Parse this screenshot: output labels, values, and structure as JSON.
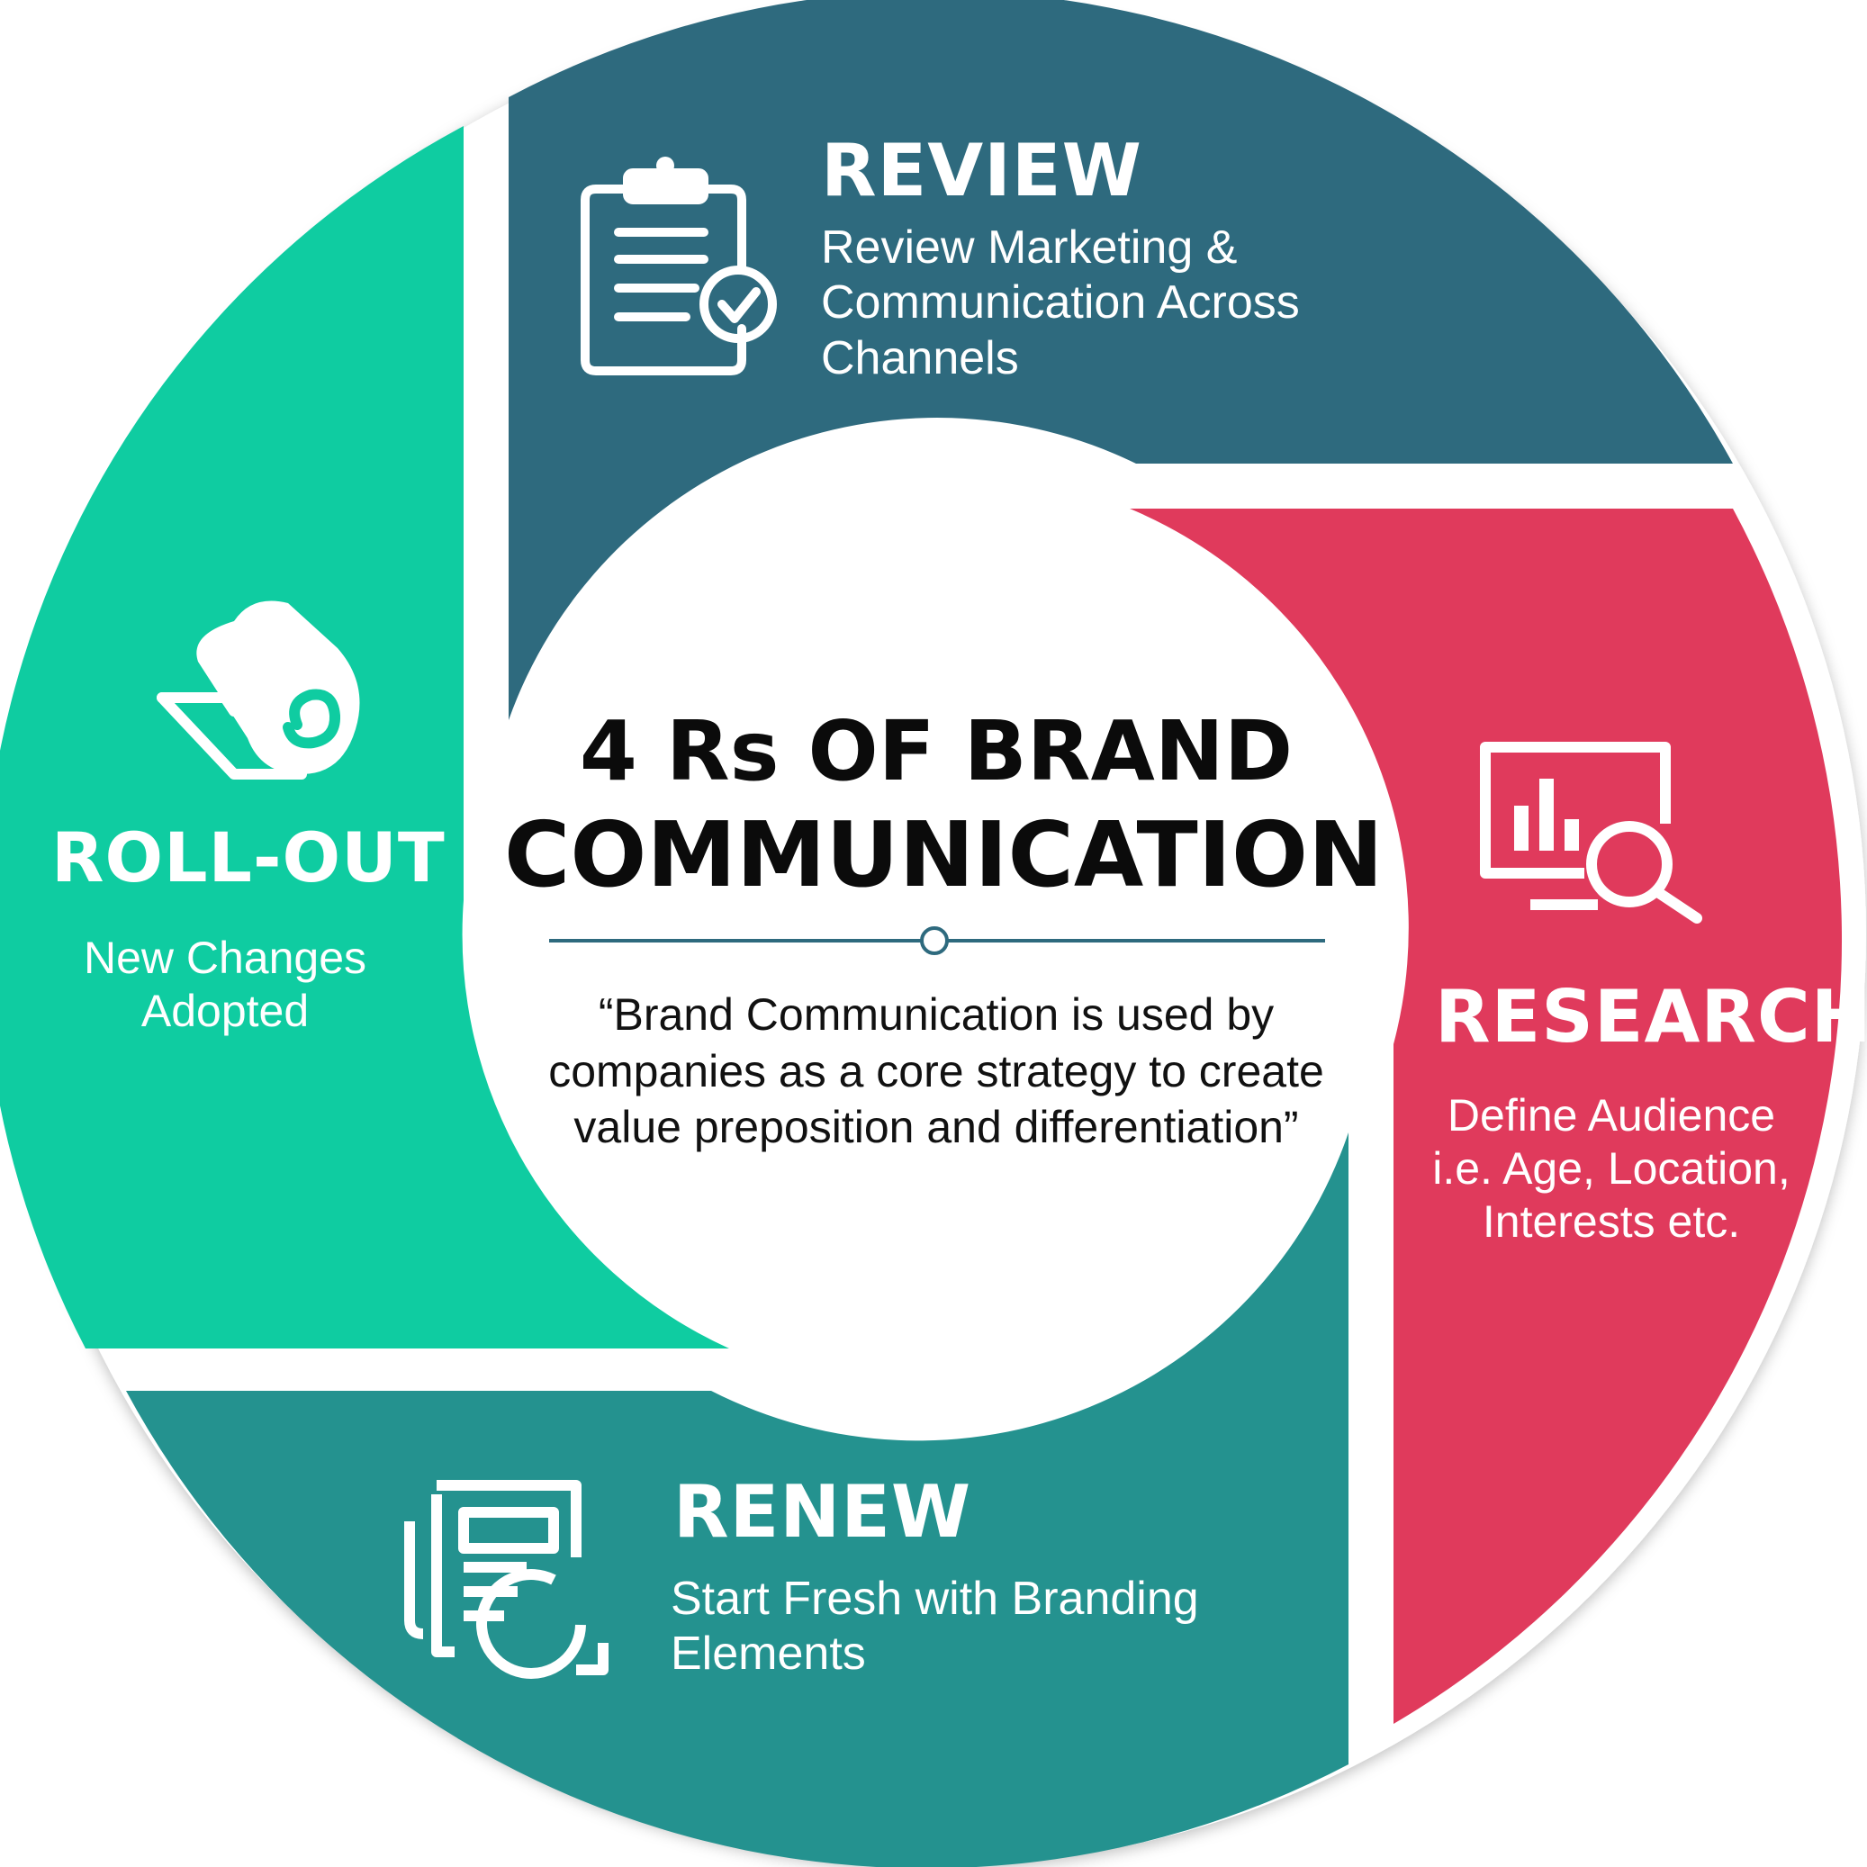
{
  "title": {
    "line1": "4 Rs OF BRAND",
    "line2": "COMMUNICATION"
  },
  "quote": "“Brand Communication is used by companies as a core strategy to create value preposition and differentiation”",
  "segments": {
    "review": {
      "heading": "REVIEW",
      "description": "Review Marketing & Communication Across Channels",
      "color": "#2e6a7e",
      "icon": "clipboard-check-icon"
    },
    "research": {
      "heading": "RESEARCH",
      "description": "Define Audience i.e. Age, Location, Interests etc.",
      "color": "#e03a5c",
      "icon": "monitor-chart-search-icon"
    },
    "renew": {
      "heading": "RENEW",
      "description": "Start Fresh with Branding Elements",
      "color": "#24928f",
      "icon": "documents-refresh-icon"
    },
    "rollout": {
      "heading": "ROLL-OUT",
      "description": "New Changes Adopted",
      "color": "#0fcca1",
      "icon": "carpet-roll-icon"
    }
  },
  "divider_color": "#2e6a7e"
}
